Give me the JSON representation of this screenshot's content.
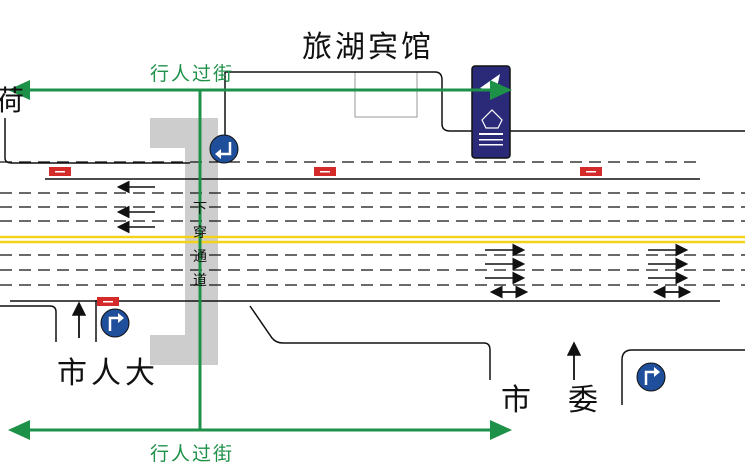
{
  "labels": {
    "top_left_partial": "荷",
    "hotel": "旅湖宾馆",
    "crossing_top": "行人过街",
    "crossing_bottom": "行人过街",
    "underpass": [
      "下",
      "穿",
      "通",
      "道"
    ],
    "congress": "市人大",
    "committee_1": "市",
    "committee_2": "委"
  },
  "colors": {
    "crossing_green": "#1e9148",
    "center_yellow": "#f2d21a",
    "road_black": "#111111",
    "underpass_gray": "#cdcdcd",
    "sign_navy": "#2a2a78",
    "turn_blue": "#1f4f9a",
    "lane_marker_red": "#d42a2a"
  },
  "icons": {
    "hotel_sign": "hotel-sign-icon",
    "turn_sign": "turn-arrow-icon",
    "lane_marker": "lane-marker-icon"
  }
}
